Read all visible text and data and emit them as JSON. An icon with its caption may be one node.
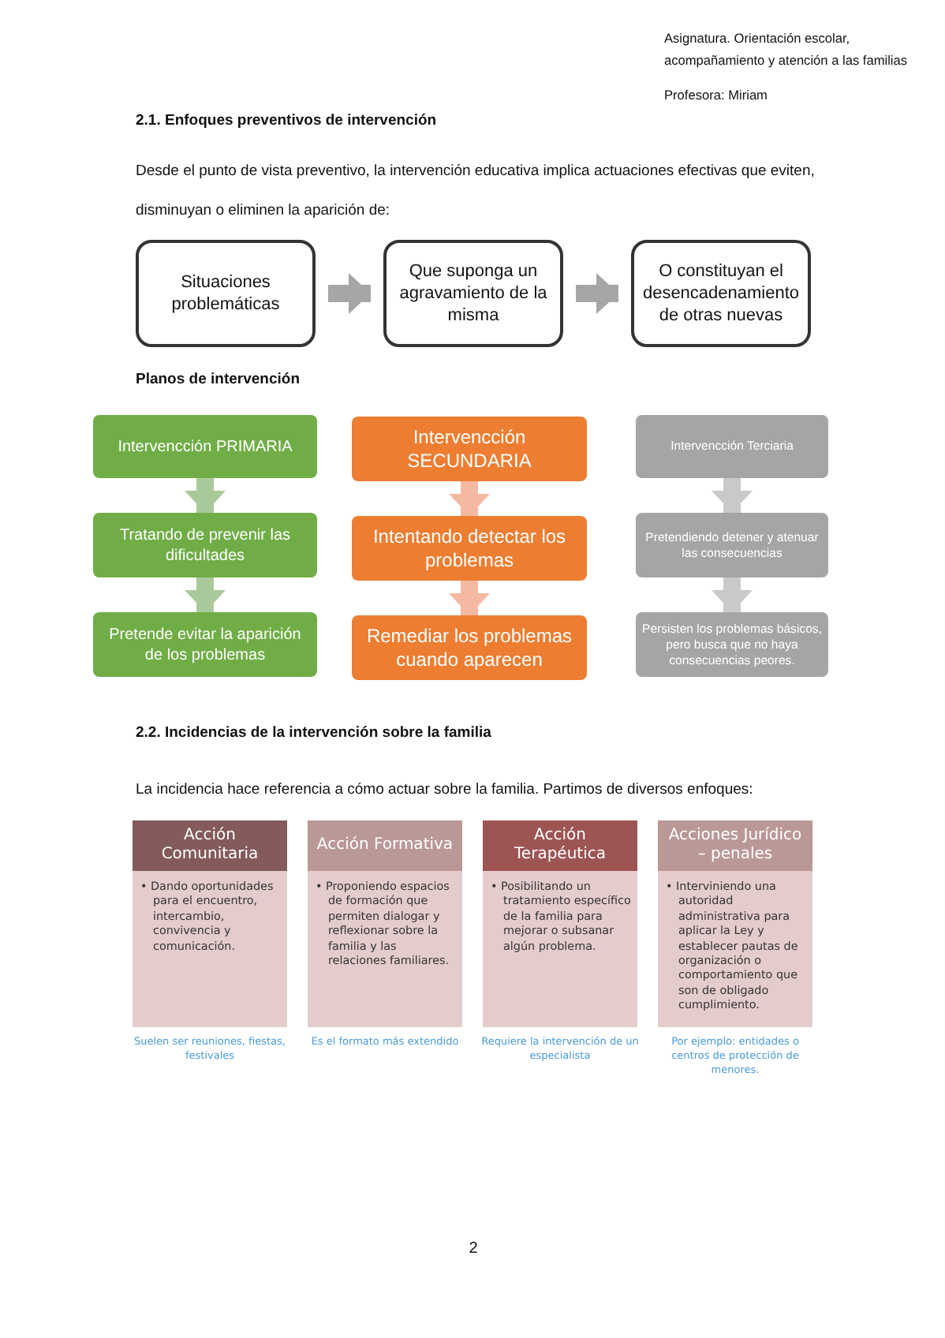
{
  "diagram": {
    "nodes": [
      {
        "text": [
          "Situaciones problemáticas"
        ]
      },
      {
        "text": [
          "Que suponga un agravamiento de la misma"
        ]
      },
      {
        "text": [
          "O constituyan el desencadenamiento de otras nuevas"
        ]
      },
      {
        "text": [
          "Intervencción PRIMARIA"
        ]
      },
      {
        "text": [
          "Tratando de prevenir las dificultades"
        ]
      },
      {
        "text": [
          "Pretende evitar la aparición de los problemas"
        ]
      },
      {
        "text": [
          "Intervencción SECUNDARIA"
        ]
      },
      {
        "text": [
          "Intentando detectar los problemas"
        ]
      },
      {
        "text": [
          "Remediar los problemas cuando aparecen"
        ]
      },
      {
        "text": [
          "Intervencción Terciaria"
        ]
      },
      {
        "text": [
          "Pretendiendo detener y atenuar las consecuencias"
        ]
      },
      {
        "text": [
          "Persisten los problemas básicos, pero busca que no haya consecuencias peores."
        ]
      },
      {
        "text": [
          "Acción Comunitaria",
          "• Dando oportunidades para el encuentro, intercambio, convivencia y comunicación."
        ],
        "beside": [
          "Suelen ser reuniones, fiestas, festivales"
        ]
      },
      {
        "text": [
          "Acción Formativa",
          "• Proponiendo espacios de formación que permiten dialogar y reflexionar sobre la familia y las relaciones familiares."
        ],
        "beside": [
          "Es el formato más extendido"
        ]
      },
      {
        "text": [
          "Acción Terapéutica",
          "• Posibilitando un tratamiento específico de la familia para mejorar o subsanar algún problema."
        ],
        "beside": [
          "Requiere la intervención de un especialista"
        ]
      },
      {
        "text": [
          "Acciones Jurídico – penales",
          "• Interviniendo una autoridad administrativa para aplicar la Ley y establecer pautas de organización o comportamiento que son de obligado cumplimiento."
        ],
        "beside": [
          "Por ejemplo: entidades o centros de protección de menores."
        ]
      }
    ],
    "edges": [
      {
        "from": 0,
        "to": 1,
        "arrow": "to",
        "color": "#a6a6a6"
      },
      {
        "from": 1,
        "to": 2,
        "arrow": "to",
        "color": "#a6a6a6"
      },
      {
        "from": 3,
        "to": 4,
        "arrow": "to",
        "color": "#a9c99a"
      },
      {
        "from": 4,
        "to": 5,
        "arrow": "to",
        "color": "#a9c99a"
      },
      {
        "from": 6,
        "to": 7,
        "arrow": "to",
        "color": "#f5b9a1"
      },
      {
        "from": 7,
        "to": 8,
        "arrow": "to",
        "color": "#f5b9a1"
      },
      {
        "from": 9,
        "to": 10,
        "arrow": "to",
        "color": "#c9c9c9"
      },
      {
        "from": 10,
        "to": 11,
        "arrow": "to",
        "color": "#c9c9c9"
      }
    ],
    "labels": [
      "Asignatura. Orientación escolar, acompañamiento y atención a las familias",
      "Profesora: Miriam",
      "2.1. Enfoques preventivos de intervención",
      "Desde el punto de vista preventivo, la intervención educativa implica actuaciones efectivas que eviten, disminuyan o eliminen la aparición de:",
      "Planos de intervención",
      "2.2. Incidencias de la intervención sobre la familia",
      "La incidencia hace referencia a cómo actuar sobre la familia. Partimos de diversos enfoques:",
      "2"
    ]
  }
}
